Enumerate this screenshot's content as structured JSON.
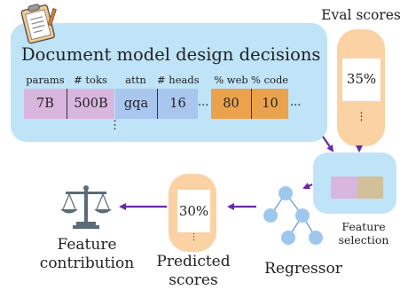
{
  "title": "Document model design decisions",
  "headers": {
    "params": "params",
    "toks": "# toks",
    "attn": "attn",
    "heads": "# heads",
    "web": "% web",
    "code": "% code"
  },
  "cells": {
    "params": "7B",
    "toks": "500B",
    "attn": "gqa",
    "heads": "16",
    "web": "80",
    "code": "10"
  },
  "ellipsis": "...",
  "vdots": "⋮",
  "eval_scores": {
    "label": "Eval scores",
    "value": "35%"
  },
  "feature_selection": {
    "line1": "Feature",
    "line2": "selection"
  },
  "regressor": {
    "label": "Regressor"
  },
  "predicted_scores": {
    "line1": "Predicted",
    "line2": "scores",
    "value": "30%"
  },
  "feature_contribution": {
    "line1": "Feature",
    "line2": "contribution"
  },
  "colors": {
    "panel": "#bfe3f7",
    "purple": "#d9b6de",
    "blue_cell": "#a9c6ee",
    "orange": "#eba24c",
    "pill": "#fbd2a4",
    "arrow": "#6a2aa6",
    "node": "#9ec7ee",
    "tan": "#d2c09a"
  },
  "icons": [
    "clipboard-icon",
    "balance-scale-icon"
  ]
}
